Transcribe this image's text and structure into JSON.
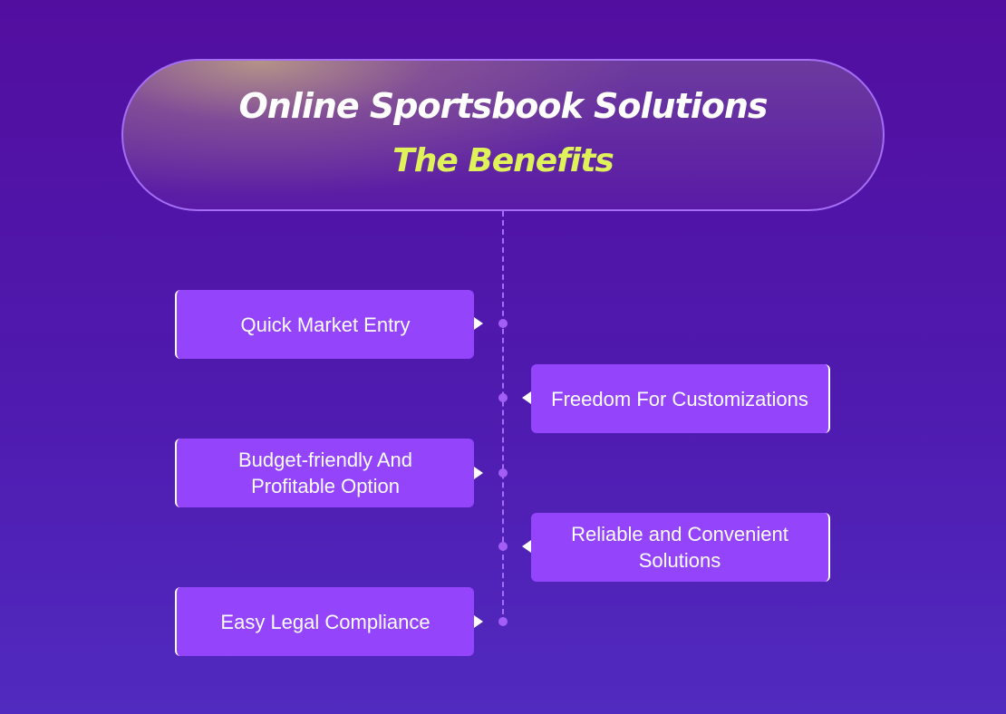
{
  "header": {
    "title": "Online Sportsbook Solutions",
    "subtitle": "The Benefits"
  },
  "benefits": [
    {
      "label": "Quick Market Entry",
      "side": "left"
    },
    {
      "label": "Freedom For Customizations",
      "side": "right"
    },
    {
      "label": "Budget-friendly And Profitable Option",
      "side": "left"
    },
    {
      "label": "Reliable and Convenient Solutions",
      "side": "right"
    },
    {
      "label": "Easy Legal Compliance",
      "side": "left"
    }
  ],
  "colors": {
    "background_top": "#520e9f",
    "background_bottom": "#512abf",
    "card": "#9444fb",
    "accent_yellow": "#dff25a",
    "timeline": "#a66ef8"
  }
}
